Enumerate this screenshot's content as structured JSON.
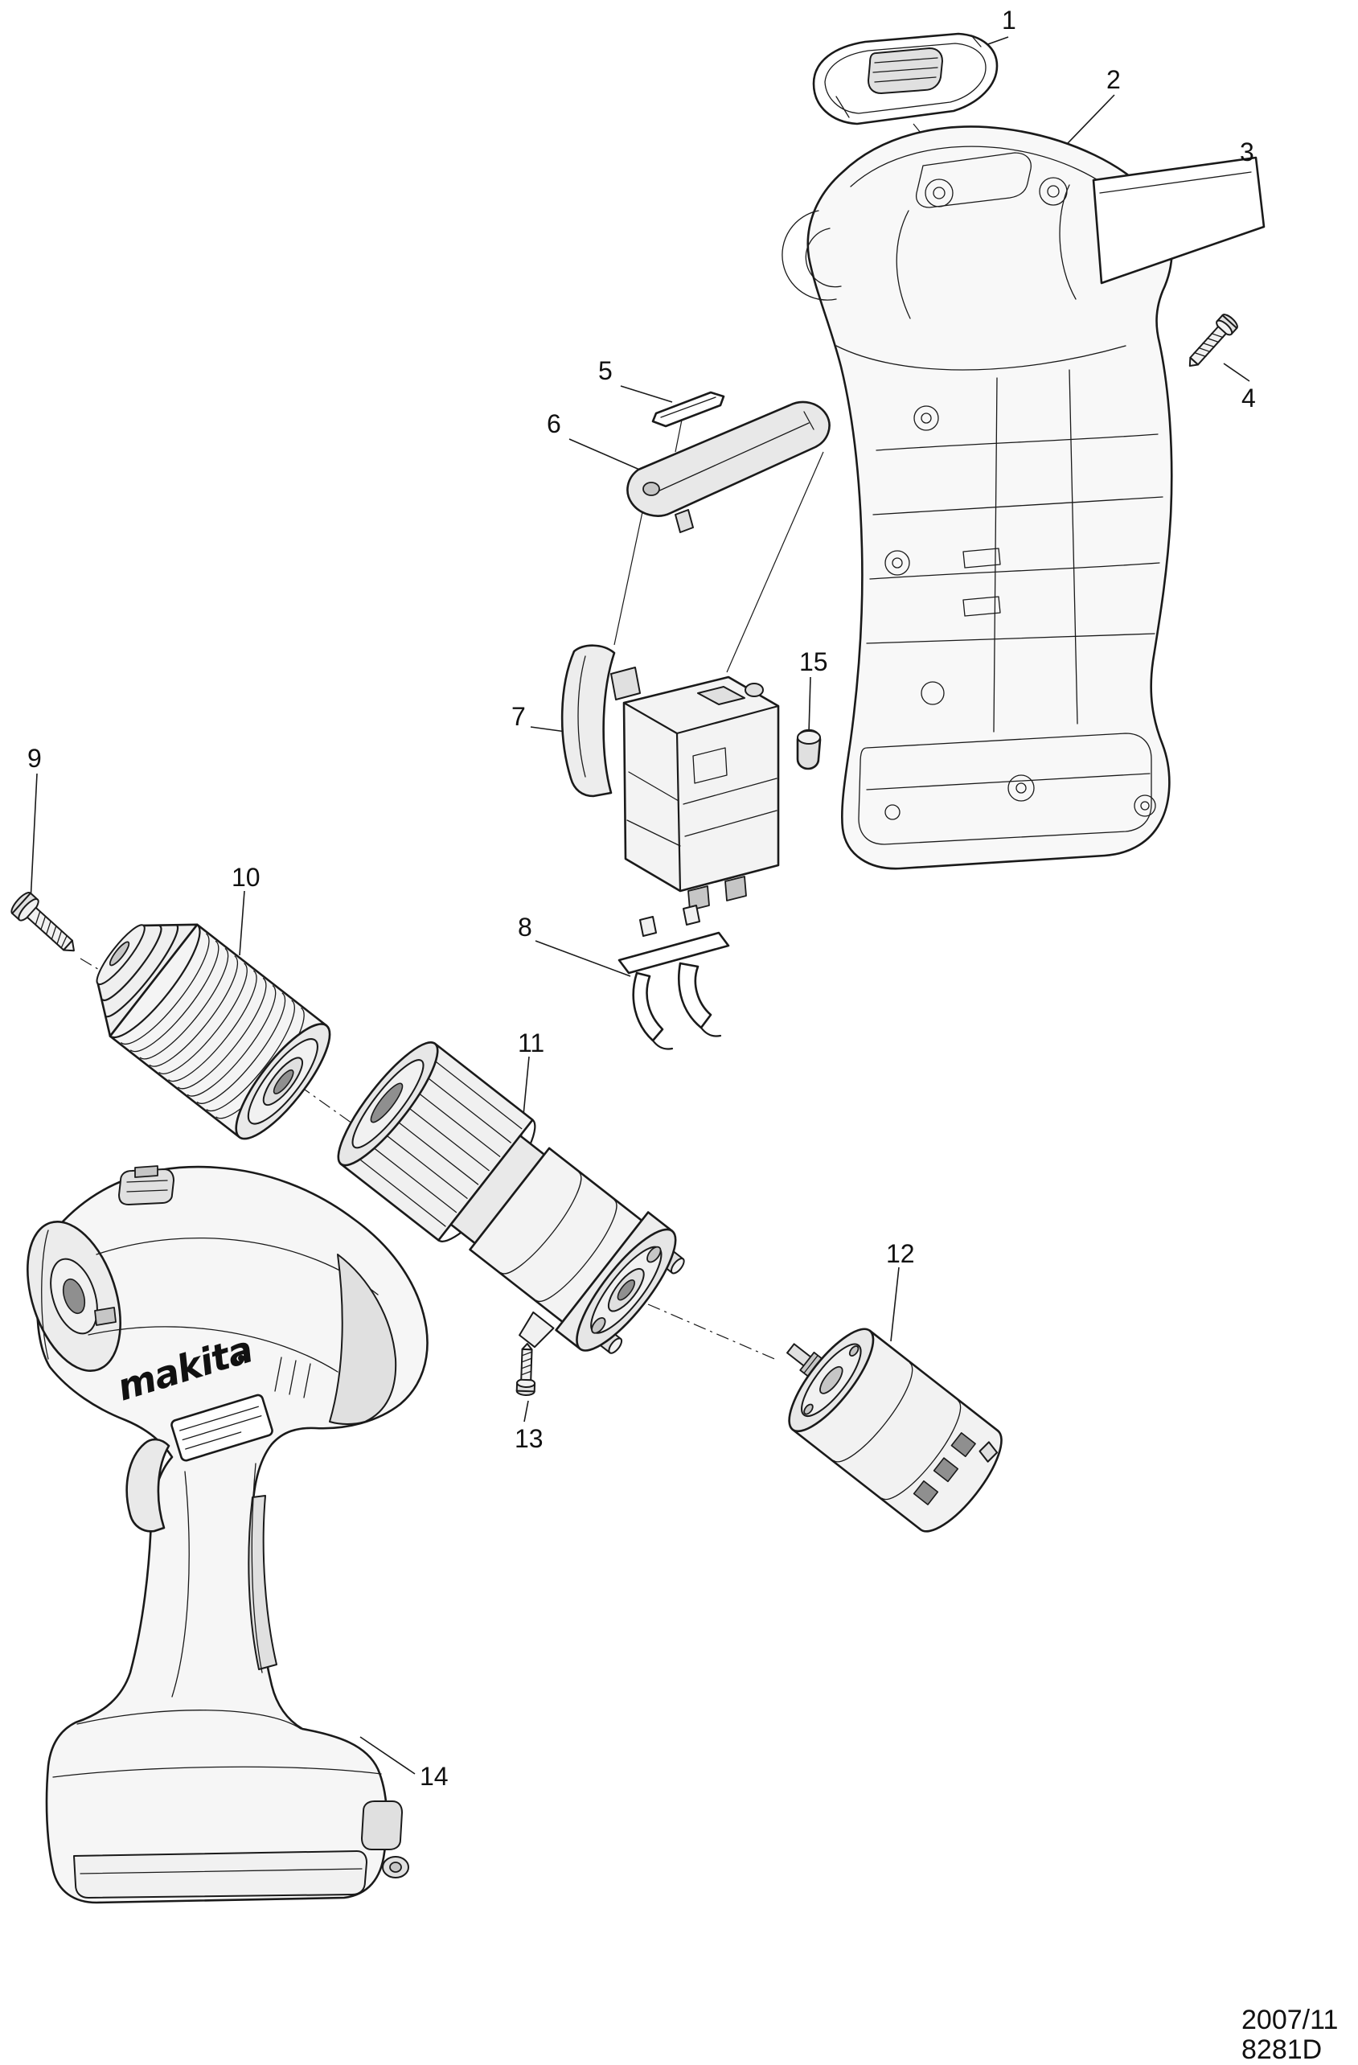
{
  "page": {
    "background_color": "#ffffff",
    "line_color": "#1a1a1a"
  },
  "brand": {
    "logo_text": "makita"
  },
  "footer": {
    "date": "2007/11",
    "model": "8281D"
  },
  "part_labels": [
    "1",
    "2",
    "3",
    "4",
    "5",
    "6",
    "7",
    "8",
    "9",
    "10",
    "11",
    "12",
    "13",
    "14",
    "15"
  ]
}
